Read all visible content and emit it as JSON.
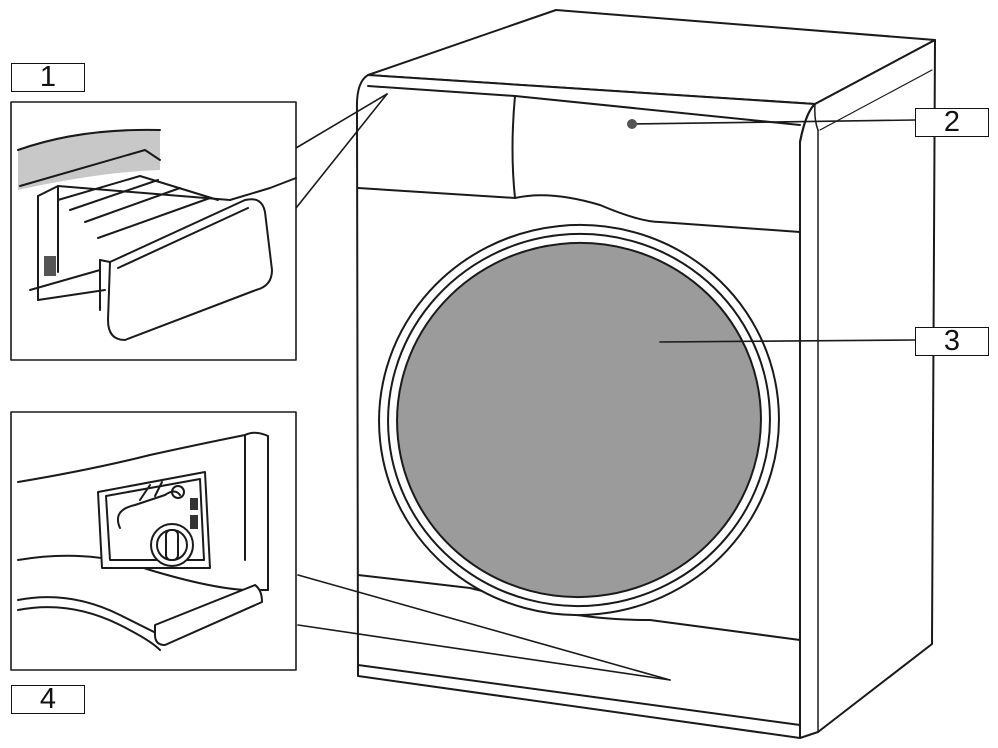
{
  "callouts": [
    {
      "id": "1",
      "label": "1",
      "target": "detergent-drawer"
    },
    {
      "id": "2",
      "label": "2",
      "target": "control-panel"
    },
    {
      "id": "3",
      "label": "3",
      "target": "door"
    },
    {
      "id": "4",
      "label": "4",
      "target": "filter-access-panel"
    }
  ],
  "colors": {
    "line": "#1a1a1a",
    "door_glass": "#9b9b9b",
    "drawer_shadow": "#c8c8c8",
    "background": "#ffffff"
  }
}
